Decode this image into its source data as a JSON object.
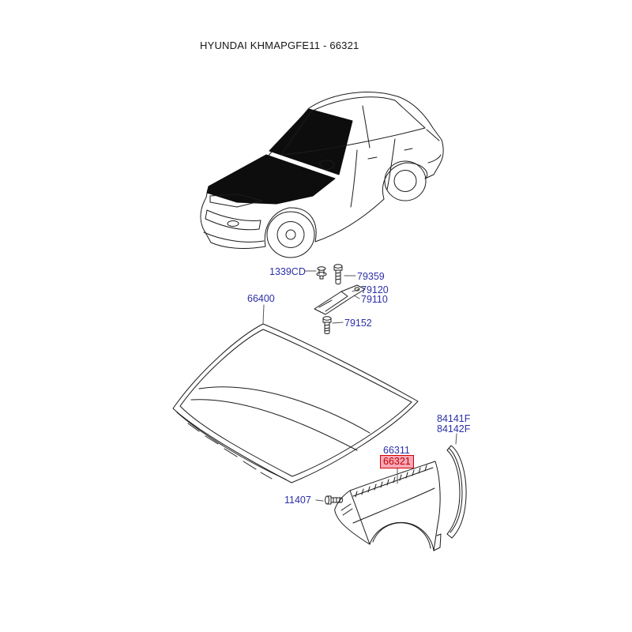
{
  "title": "HYUNDAI KHMAPGFE11 - 66321",
  "labels": {
    "p1339CD": "1339CD",
    "p79359": "79359",
    "p79120": "79120",
    "p79110": "79110",
    "p66400": "66400",
    "p79152": "79152",
    "p84141F": "84141F",
    "p84142F": "84142F",
    "p66311": "66311",
    "p66321": "66321",
    "p11407": "11407"
  },
  "colors": {
    "label-color": "#2b2fa8",
    "line-color": "#1c1c1c",
    "highlight-bg": "#f7a8b8",
    "highlight-border": "#d40000",
    "highlight-text": "#c00000"
  }
}
